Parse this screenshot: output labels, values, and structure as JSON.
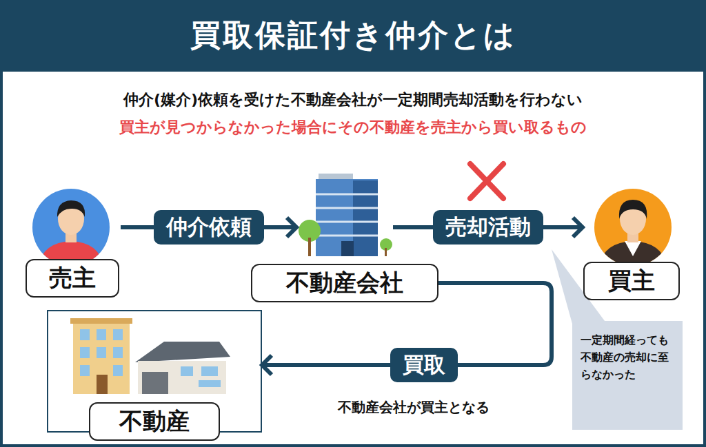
{
  "diagram": {
    "title": "買取保証付き仲介とは",
    "nodes": [
      {
        "text": [
          "売主"
        ]
      },
      {
        "text": [
          "不動産会社"
        ]
      },
      {
        "text": [
          "買主"
        ]
      },
      {
        "text": [
          "不動産"
        ]
      }
    ],
    "edges": [
      {
        "from": 0,
        "to": 1,
        "label": "仲介依頼",
        "arrow": "to"
      },
      {
        "from": 1,
        "to": 2,
        "label": "売却活動",
        "arrow": "to"
      },
      {
        "from": 1,
        "to": 3,
        "label": "買取",
        "arrow": "to"
      }
    ],
    "labels": [
      "仲介(媒介)依頼を受けた不動産会社が一定期間売却活動を行わない",
      "買主が見つからなかった場合にその不動産を売主から買い取るもの",
      "一定期間経っても不動産の売却に至らなかった",
      "不動産会社が買主となる"
    ]
  }
}
